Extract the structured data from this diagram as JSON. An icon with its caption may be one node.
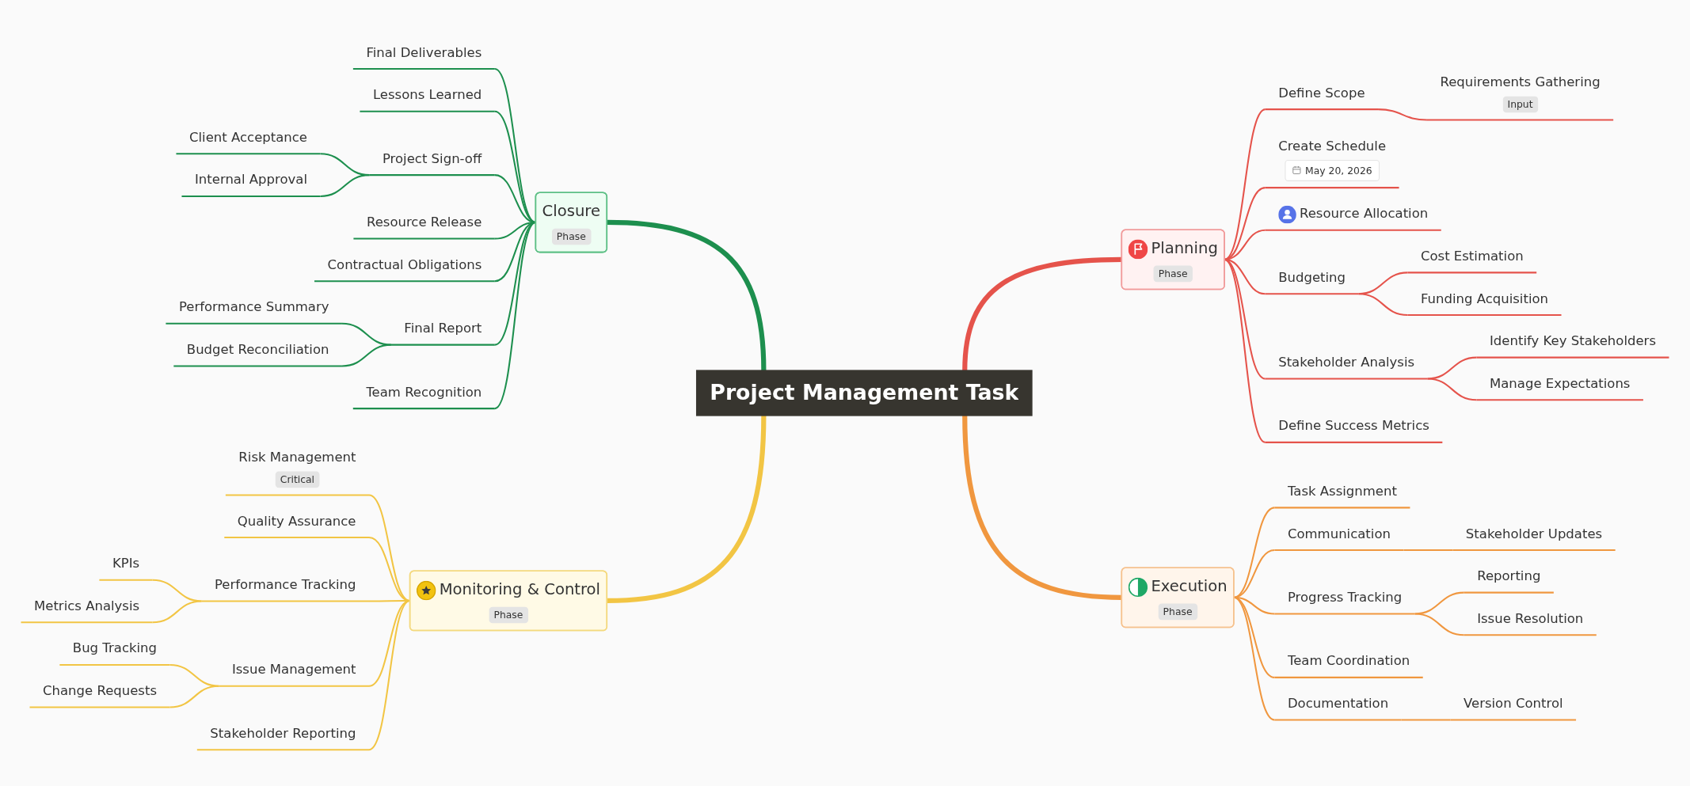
{
  "diagram": {
    "nodes": [
      {
        "text": [
          "Project Management Task"
        ]
      },
      {
        "text": [
          "Planning",
          "Phase"
        ]
      },
      {
        "text": [
          "Define Scope"
        ]
      },
      {
        "text": [
          "Requirements Gathering",
          "Input"
        ]
      },
      {
        "text": [
          "Create Schedule",
          "May 20, 2026"
        ]
      },
      {
        "text": [
          "Resource Allocation"
        ]
      },
      {
        "text": [
          "Budgeting"
        ]
      },
      {
        "text": [
          "Cost Estimation"
        ]
      },
      {
        "text": [
          "Funding Acquisition"
        ]
      },
      {
        "text": [
          "Stakeholder Analysis"
        ]
      },
      {
        "text": [
          "Identify Key Stakeholders"
        ]
      },
      {
        "text": [
          "Manage Expectations"
        ]
      },
      {
        "text": [
          "Define Success Metrics"
        ]
      },
      {
        "text": [
          "Execution",
          "Phase"
        ]
      },
      {
        "text": [
          "Task Assignment"
        ]
      },
      {
        "text": [
          "Communication"
        ]
      },
      {
        "text": [
          "Stakeholder Updates"
        ]
      },
      {
        "text": [
          "Progress Tracking"
        ]
      },
      {
        "text": [
          "Reporting"
        ]
      },
      {
        "text": [
          "Issue Resolution"
        ]
      },
      {
        "text": [
          "Team Coordination"
        ]
      },
      {
        "text": [
          "Documentation"
        ]
      },
      {
        "text": [
          "Version Control"
        ]
      },
      {
        "text": [
          "Closure",
          "Phase"
        ]
      },
      {
        "text": [
          "Final Deliverables"
        ]
      },
      {
        "text": [
          "Lessons Learned"
        ]
      },
      {
        "text": [
          "Project Sign-off"
        ]
      },
      {
        "text": [
          "Client Acceptance"
        ]
      },
      {
        "text": [
          "Internal Approval"
        ]
      },
      {
        "text": [
          "Resource Release"
        ]
      },
      {
        "text": [
          "Contractual Obligations"
        ]
      },
      {
        "text": [
          "Final Report"
        ]
      },
      {
        "text": [
          "Performance Summary"
        ]
      },
      {
        "text": [
          "Budget Reconciliation"
        ]
      },
      {
        "text": [
          "Team Recognition"
        ]
      },
      {
        "text": [
          "Monitoring & Control",
          "Phase"
        ]
      },
      {
        "text": [
          "Risk Management",
          "Critical"
        ]
      },
      {
        "text": [
          "Quality Assurance"
        ]
      },
      {
        "text": [
          "Performance Tracking"
        ]
      },
      {
        "text": [
          "KPIs"
        ]
      },
      {
        "text": [
          "Metrics Analysis"
        ]
      },
      {
        "text": [
          "Issue Management"
        ]
      },
      {
        "text": [
          "Bug Tracking"
        ]
      },
      {
        "text": [
          "Change Requests"
        ]
      },
      {
        "text": [
          "Stakeholder Reporting"
        ]
      }
    ],
    "edges": [
      {
        "from": 0,
        "to": 1,
        "arrow": "none",
        "style": "thick",
        "color": "#e5534b"
      },
      {
        "from": 1,
        "to": 2,
        "arrow": "none",
        "color": "#e5534b"
      },
      {
        "from": 2,
        "to": 3,
        "arrow": "none",
        "color": "#e5534b"
      },
      {
        "from": 1,
        "to": 4,
        "arrow": "none",
        "color": "#e5534b"
      },
      {
        "from": 1,
        "to": 5,
        "arrow": "none",
        "color": "#e5534b"
      },
      {
        "from": 1,
        "to": 6,
        "arrow": "none",
        "color": "#e5534b"
      },
      {
        "from": 6,
        "to": 7,
        "arrow": "none",
        "color": "#e5534b"
      },
      {
        "from": 6,
        "to": 8,
        "arrow": "none",
        "color": "#e5534b"
      },
      {
        "from": 1,
        "to": 9,
        "arrow": "none",
        "color": "#e5534b"
      },
      {
        "from": 9,
        "to": 10,
        "arrow": "none",
        "color": "#e5534b"
      },
      {
        "from": 9,
        "to": 11,
        "arrow": "none",
        "color": "#e5534b"
      },
      {
        "from": 1,
        "to": 12,
        "arrow": "none",
        "color": "#e5534b"
      },
      {
        "from": 0,
        "to": 13,
        "arrow": "none",
        "style": "thick",
        "color": "#f0973f"
      },
      {
        "from": 13,
        "to": 14,
        "arrow": "none",
        "color": "#f0973f"
      },
      {
        "from": 13,
        "to": 15,
        "arrow": "none",
        "color": "#f0973f"
      },
      {
        "from": 15,
        "to": 16,
        "arrow": "none",
        "color": "#f0973f"
      },
      {
        "from": 13,
        "to": 17,
        "arrow": "none",
        "color": "#f0973f"
      },
      {
        "from": 17,
        "to": 18,
        "arrow": "none",
        "color": "#f0973f"
      },
      {
        "from": 17,
        "to": 19,
        "arrow": "none",
        "color": "#f0973f"
      },
      {
        "from": 13,
        "to": 20,
        "arrow": "none",
        "color": "#f0973f"
      },
      {
        "from": 13,
        "to": 21,
        "arrow": "none",
        "color": "#f0973f"
      },
      {
        "from": 21,
        "to": 22,
        "arrow": "none",
        "color": "#f0973f"
      },
      {
        "from": 0,
        "to": 23,
        "arrow": "none",
        "style": "thick",
        "color": "#1d8f4e"
      },
      {
        "from": 23,
        "to": 24,
        "arrow": "none",
        "color": "#1d8f4e"
      },
      {
        "from": 23,
        "to": 25,
        "arrow": "none",
        "color": "#1d8f4e"
      },
      {
        "from": 23,
        "to": 26,
        "arrow": "none",
        "color": "#1d8f4e"
      },
      {
        "from": 26,
        "to": 27,
        "arrow": "none",
        "color": "#1d8f4e"
      },
      {
        "from": 26,
        "to": 28,
        "arrow": "none",
        "color": "#1d8f4e"
      },
      {
        "from": 23,
        "to": 29,
        "arrow": "none",
        "color": "#1d8f4e"
      },
      {
        "from": 23,
        "to": 30,
        "arrow": "none",
        "color": "#1d8f4e"
      },
      {
        "from": 23,
        "to": 31,
        "arrow": "none",
        "color": "#1d8f4e"
      },
      {
        "from": 31,
        "to": 32,
        "arrow": "none",
        "color": "#1d8f4e"
      },
      {
        "from": 31,
        "to": 33,
        "arrow": "none",
        "color": "#1d8f4e"
      },
      {
        "from": 23,
        "to": 34,
        "arrow": "none",
        "color": "#1d8f4e"
      },
      {
        "from": 0,
        "to": 35,
        "arrow": "none",
        "style": "thick",
        "color": "#f2c544"
      },
      {
        "from": 35,
        "to": 36,
        "arrow": "none",
        "color": "#f2c544"
      },
      {
        "from": 35,
        "to": 37,
        "arrow": "none",
        "color": "#f2c544"
      },
      {
        "from": 35,
        "to": 38,
        "arrow": "none",
        "color": "#f2c544"
      },
      {
        "from": 38,
        "to": 39,
        "arrow": "none",
        "color": "#f2c544"
      },
      {
        "from": 38,
        "to": 40,
        "arrow": "none",
        "color": "#f2c544"
      },
      {
        "from": 35,
        "to": 41,
        "arrow": "none",
        "color": "#f2c544"
      },
      {
        "from": 41,
        "to": 42,
        "arrow": "none",
        "color": "#f2c544"
      },
      {
        "from": 41,
        "to": 43,
        "arrow": "none",
        "color": "#f2c544"
      },
      {
        "from": 35,
        "to": 44,
        "arrow": "none",
        "color": "#f2c544"
      }
    ]
  }
}
